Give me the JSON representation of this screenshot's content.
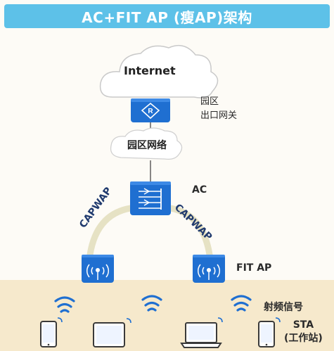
{
  "title": "AC+FIT AP (瘦AP)架构",
  "nodes": {
    "internet": "Internet",
    "gateway": [
      "园区",
      "出口网关"
    ],
    "campus_network": "园区网络",
    "ac": "AC",
    "fit_ap": "FIT AP",
    "rf_signal": "射频信号",
    "sta": [
      "STA",
      "(工作站)"
    ]
  },
  "links": {
    "capwap_left": "CAPWAP",
    "capwap_right": "CAPWAP"
  },
  "colors": {
    "title_bar": "#5dc1e8",
    "device_blue": "#1f6fd1",
    "sta_band": "#f6e9cc",
    "capwap_arc": "#e6e2c4"
  },
  "icons": {
    "router": "router-icon",
    "ac": "access-controller-icon",
    "ap": "wireless-ap-icon",
    "wifi": "wifi-signal-icon",
    "devices": [
      "smartphone-icon",
      "tablet-icon",
      "laptop-icon",
      "smartphone-icon"
    ]
  }
}
